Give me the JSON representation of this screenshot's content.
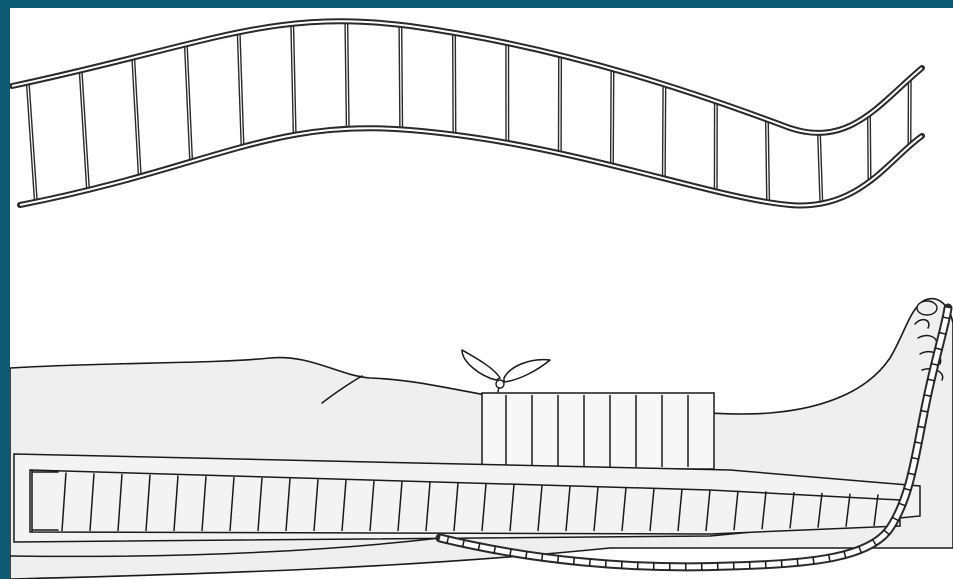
{
  "figure": {
    "frame_color": "#0d5a73",
    "background_color": "#ffffff",
    "line_color": "#1a1a1a",
    "skin_tone": "#efefef",
    "panels": [
      {
        "name": "ladder-splint",
        "icon": "flexible-ladder-splint"
      },
      {
        "name": "splinted-leg",
        "icon": "leg-with-ladder-splint-and-bandage"
      }
    ]
  }
}
